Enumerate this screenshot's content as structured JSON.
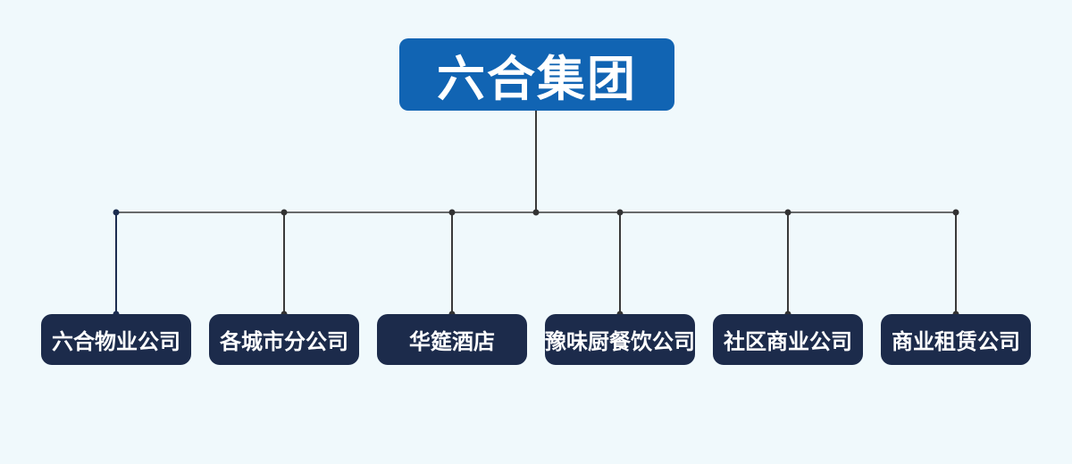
{
  "org_chart": {
    "root": {
      "label": "六合集团"
    },
    "children": [
      {
        "label": "六合物业公司"
      },
      {
        "label": "各城市分公司"
      },
      {
        "label": "华筵酒店"
      },
      {
        "label": "豫味厨餐饮公司"
      },
      {
        "label": "社区商业公司"
      },
      {
        "label": "商业租赁公司"
      }
    ]
  },
  "colors": {
    "background": "#f0f9fc",
    "root_node_fill": "#1164b3",
    "child_node_fill": "#1c2b4b",
    "node_text": "#ffffff",
    "connector_line": "#3a3a3a",
    "connector_dot": "#333333",
    "first_connector_line": "#1c2d50"
  }
}
